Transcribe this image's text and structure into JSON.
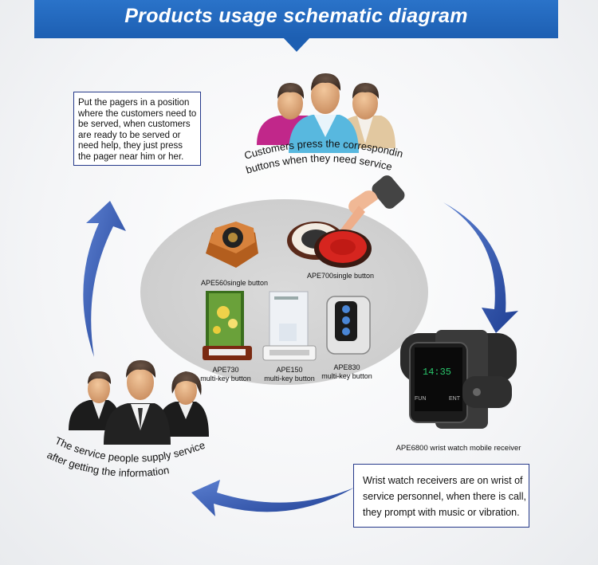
{
  "title": "Products usage schematic diagram",
  "notes": {
    "top_left": [
      "Put the pagers in a position",
      "where the customers need to",
      "be served, when customers",
      "are ready to be served or",
      "need help, they just press",
      "the pager near him or her."
    ],
    "bottom_right": [
      "Wrist watch receivers are on wrist of",
      "service personnel, when there is call,",
      "they prompt with music or vibration."
    ]
  },
  "captions": {
    "customers_line1": "Customers press the corresponding",
    "customers_line2": "buttons when they need service",
    "service_line1": "The service people supply service",
    "service_line2": "after getting the information"
  },
  "products": {
    "ape560": "APE560single button",
    "ape700": "APE700single button",
    "ape730_line1": "APE730",
    "ape730_line2": "multi-key button",
    "ape150_line1": "APE150",
    "ape150_line2": "multi-key button",
    "ape830_line1": "APE830",
    "ape830_line2": "multi-key button",
    "ape6800": "APE6800 wrist watch mobile receiver"
  },
  "watch_display": {
    "time": "14:35",
    "left_key": "FUN",
    "right_key": "ENT"
  },
  "colors": {
    "banner": "#1d5fb2",
    "arrow": "#2c4fa8",
    "note_border": "#25398a"
  }
}
